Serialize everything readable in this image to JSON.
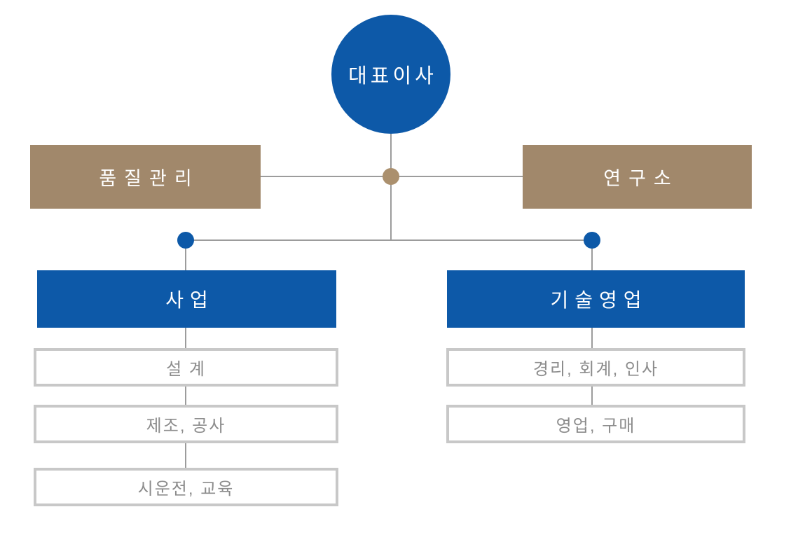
{
  "title": "organization-chart",
  "colors": {
    "primary_blue": "#0d59a8",
    "tan": "#a1886b",
    "tan_dot": "#ab906e",
    "connector_gray": "#9c9c9c",
    "department_border": "#c8c8c8",
    "department_text": "#8c8c8c",
    "background": "#ffffff"
  },
  "org_chart": {
    "ceo": {
      "label": "대표이사"
    },
    "staff_units": [
      {
        "label": "품질관리",
        "side": "left"
      },
      {
        "label": "연구소",
        "side": "right"
      }
    ],
    "divisions": [
      {
        "label": "사업",
        "departments": [
          {
            "label": "설 계"
          },
          {
            "label": "제조, 공사"
          },
          {
            "label": "시운전, 교육"
          }
        ]
      },
      {
        "label": "기술영업",
        "departments": [
          {
            "label": "경리, 회계, 인사"
          },
          {
            "label": "영업, 구매"
          }
        ]
      }
    ]
  }
}
